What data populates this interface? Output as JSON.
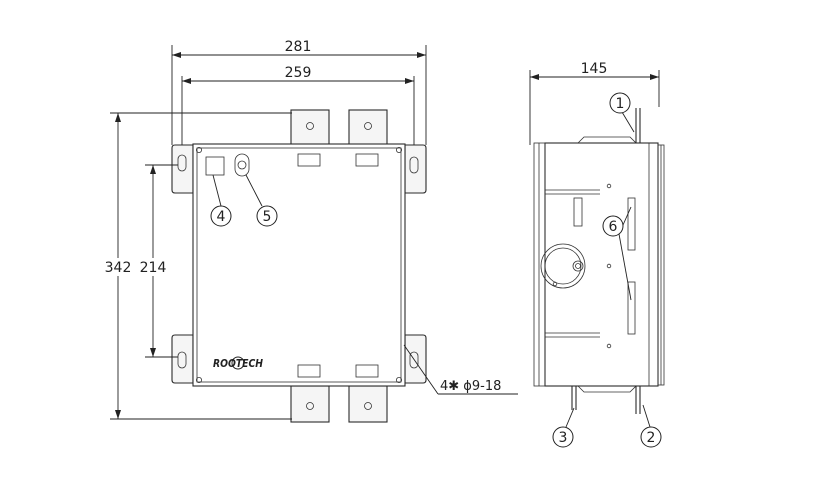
{
  "dimensions": {
    "overall_width": "281",
    "hole_span_width": "259",
    "overall_height": "342",
    "hole_span_height": "214",
    "side_depth": "145",
    "mounting_holes": "4✱ ϕ9-18"
  },
  "logo_text": "ROOTECH",
  "balloons": {
    "b1": "1",
    "b2": "2",
    "b3": "3",
    "b4": "4",
    "b5": "5",
    "b6": "6"
  },
  "colors": {
    "line": "#2a2a2a",
    "background": "#ffffff"
  }
}
